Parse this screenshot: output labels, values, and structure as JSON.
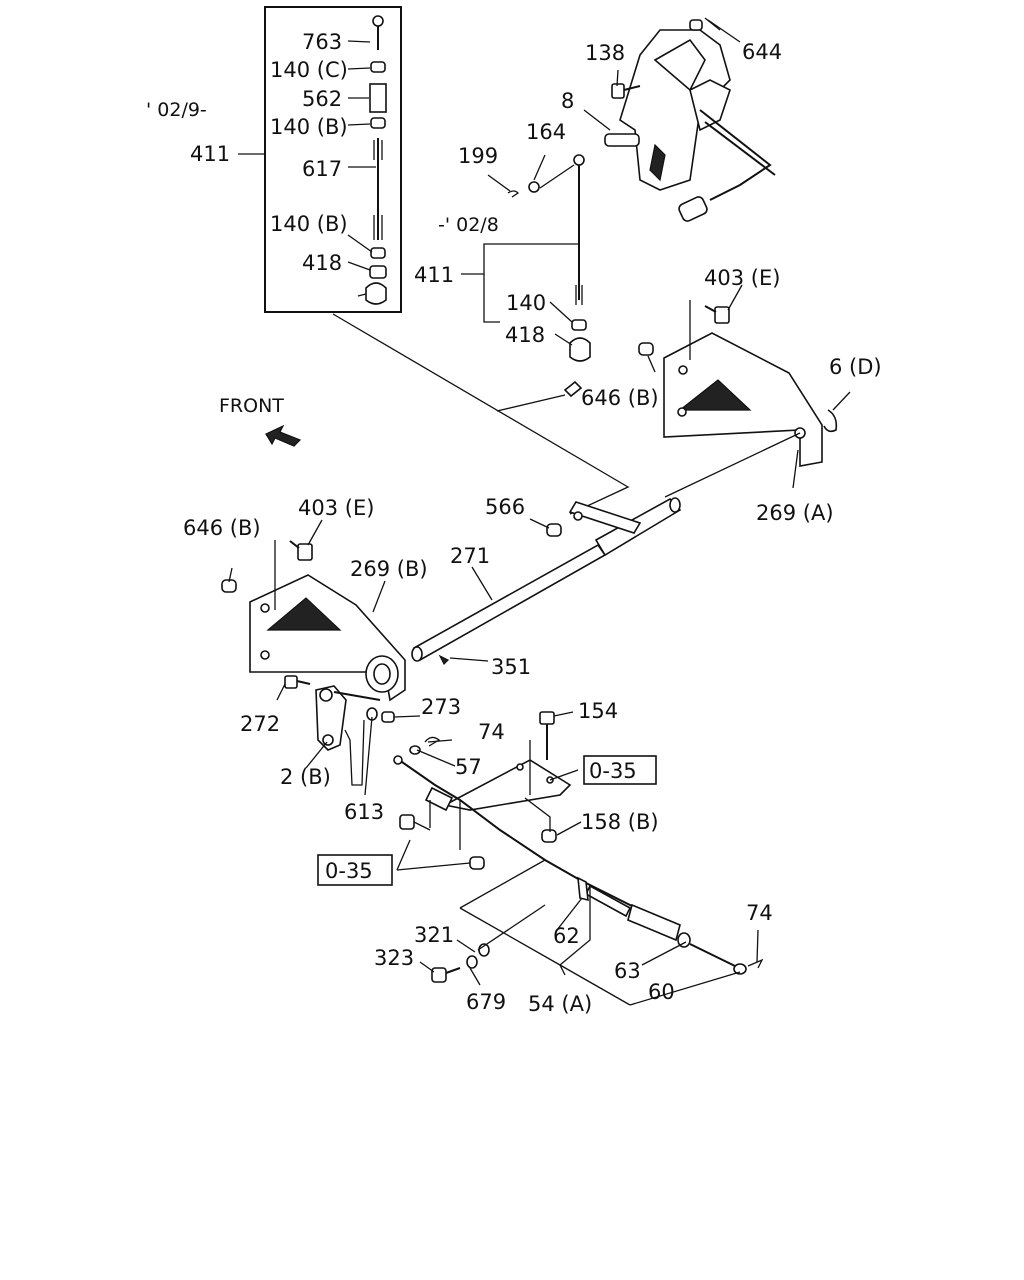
{
  "labels": {
    "l763": "763",
    "l140c": "140 (C)",
    "l562": "562",
    "l140b_a": "140 (B)",
    "l617": "617",
    "l140b_b": "140 (B)",
    "l418_a": "418",
    "l411_a": "411",
    "date_from": "' 02/9-",
    "l138": "138",
    "l644": "644",
    "l8": "8",
    "l164": "164",
    "l199": "199",
    "date_to": "-' 02/8",
    "l411_b": "411",
    "l140": "140",
    "l418_b": "418",
    "l403e_a": "403 (E)",
    "l6d": "6 (D)",
    "l646b_a": "646 (B)",
    "front": "FRONT",
    "l566": "566",
    "l269a": "269 (A)",
    "l646b_b": "646 (B)",
    "l403e_b": "403 (E)",
    "l269b": "269 (B)",
    "l271": "271",
    "l351": "351",
    "l272": "272",
    "l273": "273",
    "l74_a": "74",
    "l154": "154",
    "l2b": "2 (B)",
    "l57": "57",
    "l035_a": "0-35",
    "l613": "613",
    "l158b": "158 (B)",
    "l035_b": "0-35",
    "l321": "321",
    "l62": "62",
    "l74_b": "74",
    "l323": "323",
    "l63": "63",
    "l60": "60",
    "l679": "679",
    "l54a": "54 (A)"
  }
}
